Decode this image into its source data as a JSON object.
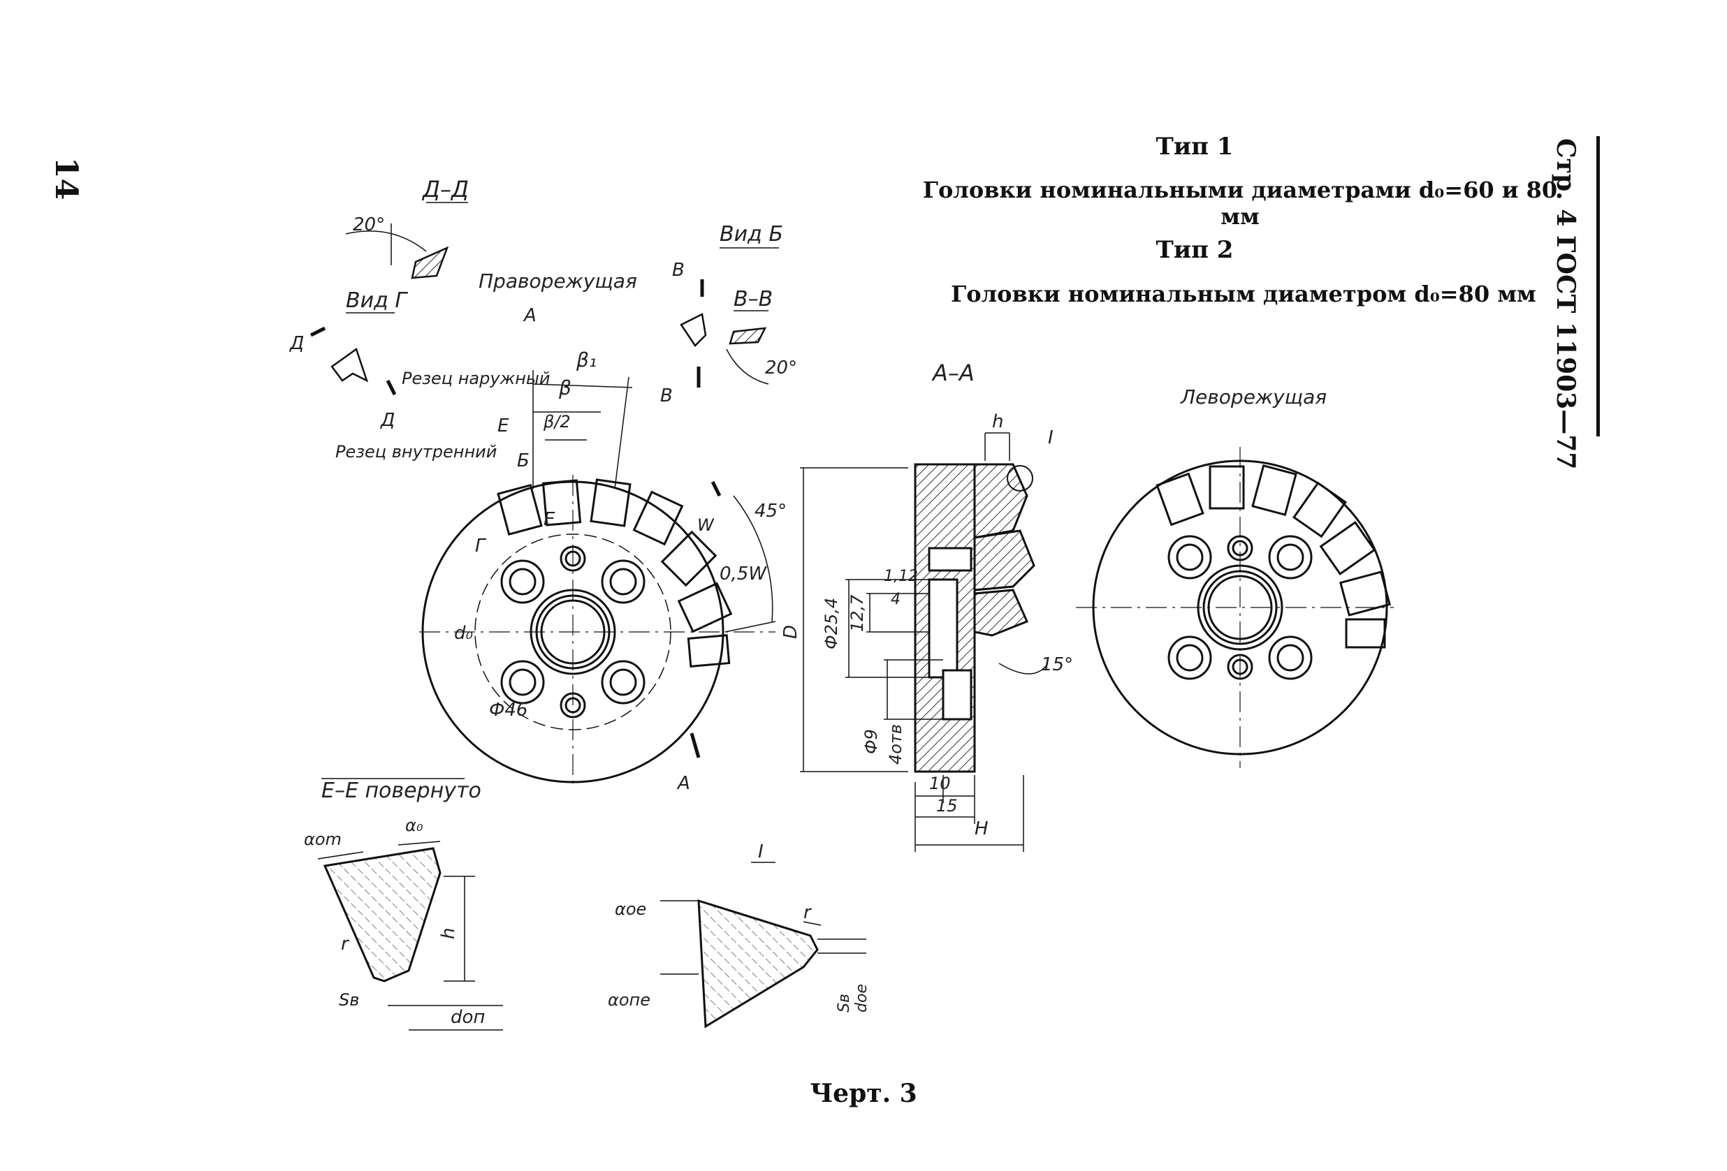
{
  "page_number": "14",
  "running_head": "Стр. 4 ГОСТ 11903—77",
  "header": {
    "type1_title": "Тип 1",
    "type1_subtitle": "Головки номинальными диаметрами d₀=60 и 80 мм",
    "type2_title": "Тип 2",
    "type2_subtitle": "Головки номинальным диаметром d₀=80 мм"
  },
  "caption": "Черт. 3",
  "labels": {
    "section_dd": "Д–Д",
    "angle_20_left": "20°",
    "view_g": "Вид Г",
    "d_mark": "Д",
    "view_b": "Вид Б",
    "b_mark": "В",
    "section_vv": "В–В",
    "angle_20_right": "20°",
    "right_cutting": "Праворежущая",
    "a_mark": "А",
    "beta1": "β₁",
    "beta": "β",
    "beta_half": "β/2",
    "cutter_outer": "Резец наружный",
    "cutter_inner": "Резец внутренний",
    "e_mark": "Е",
    "b_cyr_mark": "Б",
    "g_mark": "Г",
    "w_mark": "W",
    "half_w": "0,5W",
    "angle_45": "45°",
    "d0": "d₀",
    "phi46": "Ф46",
    "section_aa": "А–А",
    "h": "h",
    "detail_i": "I",
    "left_cutting": "Леворежущая",
    "dim_phi254": "Ф25,4",
    "dim_127": "12,7",
    "dim_4": "4",
    "dim_112": "1,12",
    "dim_D": "D",
    "dim_phi9": "Ф9",
    "dim_4holes": "4отв",
    "dim_10": "10",
    "dim_15": "15",
    "dim_H": "H",
    "angle_15": "15°",
    "section_ee": "Е–Е повернуто",
    "alpha_om": "αоm",
    "alpha_0": "α₀",
    "r": "r",
    "h_small": "h",
    "s_b": "Sв",
    "d_on": "dоп",
    "alpha_oe": "αое",
    "alpha_one": "αопе",
    "s_b2": "Sв",
    "d_oe": "dое"
  }
}
